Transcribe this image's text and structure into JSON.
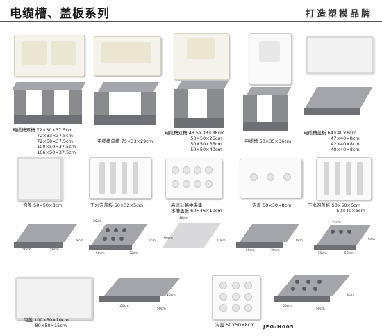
{
  "header": {
    "title": "电缆槽、盖板系列",
    "slogan": "打造塑模品牌"
  },
  "captions": {
    "double_trough": "电缆槽双槽 72×30×37.5cm\n                 72×33×37.5cm\n                 72×50×37.5cm\n                 100×50×37.5cm\n                 106×50×37.5cm",
    "single_trough": "电缆槽单槽 75×33×29cm",
    "double_trough_2": "电缆槽双槽 43.5×33×38cm\n                  50×50×25cm\n                  50×50×35cm\n                  50×50×40cm",
    "trough": "电缆槽 50×35×36cm",
    "trough_cover": "电缆槽盖板 64×40×8cm\n                   47×40×8cm\n                   42×40×8cm\n                   40×40×8cm",
    "ditch_cover_1": "沟盖 50×50×8cm",
    "drain_cover_1": "下水沟盖板 50×32×5cm",
    "median_cover": "高速公路中央集\n水槽盖板 60×46×10cm",
    "ditch_cover_2": "沟盖 50×30×8cm",
    "drain_cover_2": "下水沟盖板 50×50×6cm\n                    50×40×6cm",
    "ditch_cover_3": "沟盖 100×50×10cm\n        80×50×15cm",
    "ditch_cover_4": "沟盖 50×50×8cm"
  },
  "dims": {
    "a1": "50cm",
    "a2": "50cm",
    "a3": "8cm",
    "b1": "20cm",
    "b2": "50cm",
    "b3": "32cm",
    "b4": "5cm",
    "c1": "46cm",
    "c2": "60cm",
    "c3": "10cm",
    "d1": "50cm",
    "d2": "30cm",
    "d3": "8cm",
    "e1": "25cm",
    "e2": "50cm",
    "e3": "50cm",
    "e4": "6cm",
    "f1": "100cm",
    "f2": "50cm",
    "f3": "10cm",
    "g1": "50cm",
    "g2": "50cm",
    "g3": "8cm"
  },
  "footer": {
    "code": "JFG-H005"
  }
}
